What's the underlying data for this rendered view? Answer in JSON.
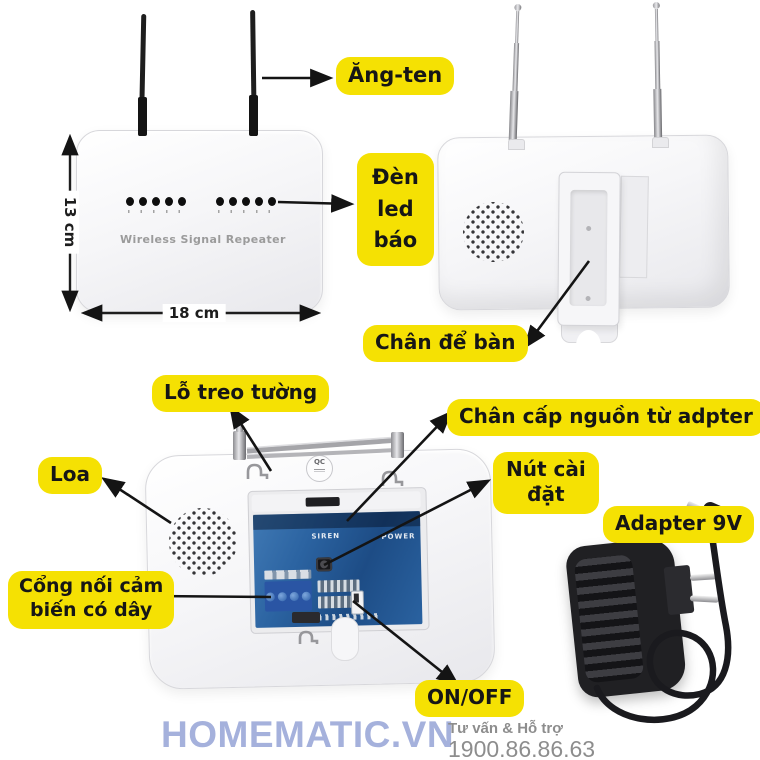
{
  "colors": {
    "label_bg": "#F5E103",
    "label_text": "#161616",
    "arrow": "#141414",
    "logo_blue": "#A5B1DC",
    "footer_gray": "#8D8D8D",
    "pcb_blue": "#2B63A1"
  },
  "front_view": {
    "brand_text": "Wireless Signal Repeater",
    "height_label": "13 cm",
    "width_label": "18 cm",
    "led_count_left": 5,
    "led_count_right": 5
  },
  "callouts": {
    "antenna": {
      "label": "Ăng-ten"
    },
    "led": {
      "line1": "Đèn",
      "line2": "led",
      "line3": "báo"
    },
    "stand": {
      "label": "Chân để bàn"
    },
    "wall_hole": {
      "label": "Lỗ treo tường"
    },
    "speaker": {
      "label": "Loa"
    },
    "sensor_port": {
      "line1": "Cổng nối cảm",
      "line2": "biến có dây"
    },
    "power_pin": {
      "label": "Chân cấp nguồn từ adpter"
    },
    "setup_button": {
      "line1": "Nút cài",
      "line2": "đặt"
    },
    "power_switch": {
      "label": "ON/OFF"
    },
    "adapter": {
      "label": "Adapter 9V"
    }
  },
  "pcb": {
    "siren_text": "SIREN",
    "power_text": "POWER"
  },
  "stickers": {
    "qc": "QC"
  },
  "footer": {
    "brand": "HOMEMATIC.VN",
    "support_label": "Tư vấn & Hỗ trợ",
    "phone": "1900.86.86.63"
  }
}
